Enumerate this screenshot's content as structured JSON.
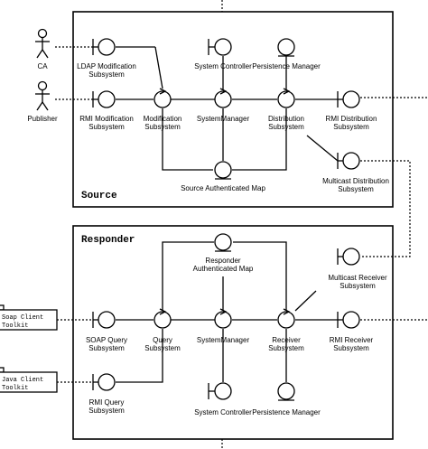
{
  "source": {
    "title": "Source",
    "labels": {
      "ca": "CA",
      "publisher": "Publisher",
      "ldap_l1": "LDAP Modification",
      "ldap_l2": "Subsystem",
      "rmi_mod_l1": "RMI Modification",
      "rmi_mod_l2": "Subsystem",
      "modification_l1": "Modification",
      "modification_l2": "Subsystem",
      "system_controller": "System Controller",
      "persistence_manager": "Persistence Manager",
      "system_manager": "SystemManager",
      "distribution_l1": "Distribution",
      "distribution_l2": "Subsystem",
      "rmi_dist_l1": "RMI Distribution",
      "rmi_dist_l2": "Subsystem",
      "source_auth_map": "Source Authenticated Map",
      "multicast_dist_l1": "Multicast Distribution",
      "multicast_dist_l2": "Subsystem"
    }
  },
  "responder": {
    "title": "Responder",
    "labels": {
      "responder_auth_l1": "Responder",
      "responder_auth_l2": "Authenticated Map",
      "multicast_recv_l1": "Multicast Receiver",
      "multicast_recv_l2": "Subsystem",
      "soap_query_l1": "SOAP Query",
      "soap_query_l2": "Subsystem",
      "query_l1": "Query",
      "query_l2": "Subsystem",
      "system_manager": "SystemManager",
      "receiver_l1": "Receiver",
      "receiver_l2": "Subsystem",
      "rmi_receiver_l1": "RMI Receiver",
      "rmi_receiver_l2": "Subsystem",
      "rmi_query_l1": "RMI Query",
      "rmi_query_l2": "Subsystem",
      "system_controller": "System Controller",
      "persistence_manager": "Persistence Manager"
    }
  },
  "external": {
    "soap_client_l1": "Soap Client",
    "soap_client_l2": "Toolkit",
    "java_client_l1": "Java Client",
    "java_client_l2": "Toolkit"
  }
}
